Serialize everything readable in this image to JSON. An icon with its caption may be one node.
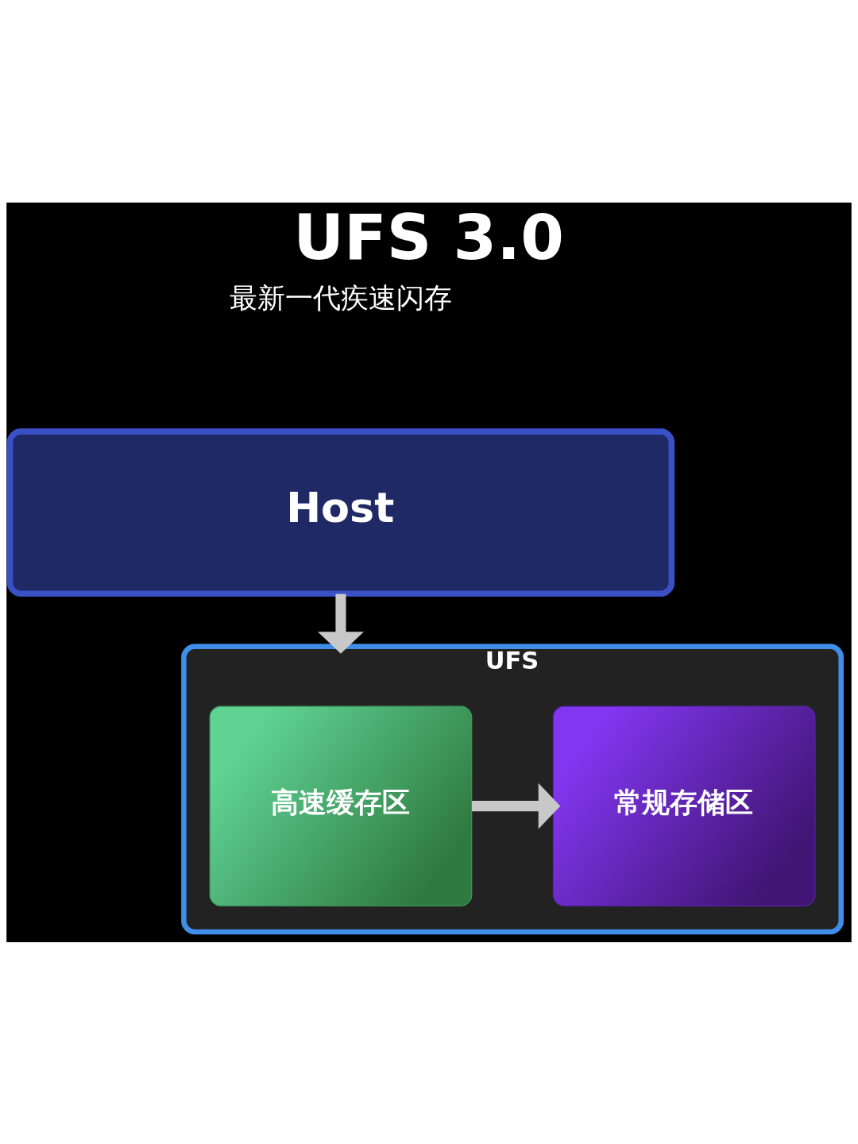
{
  "diagram": {
    "title": "UFS 3.0",
    "nodes": [
      {
        "text": [
          "Host"
        ]
      },
      {
        "text": [
          "UFS"
        ]
      },
      {
        "text": [
          "高速缓存区"
        ],
        "in": 1
      },
      {
        "text": [
          "常规存储区"
        ],
        "in": 1
      }
    ],
    "edges": [
      {
        "from": 0,
        "to": 1,
        "arrow": "to"
      },
      {
        "from": 2,
        "to": 3,
        "arrow": "to"
      }
    ],
    "labels": [
      "最新一代疾速闪存"
    ]
  }
}
